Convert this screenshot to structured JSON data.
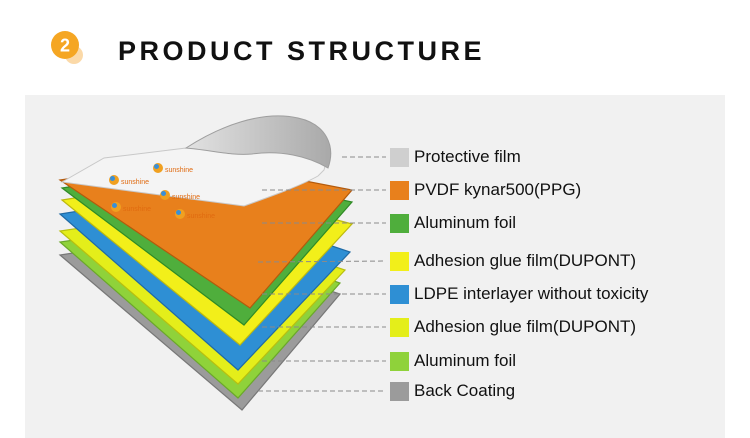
{
  "header": {
    "step_number": "2",
    "title": "PRODUCT STRUCTURE",
    "badge_color": "#f5a623"
  },
  "sample_brand_text": "sunshine",
  "layers": [
    {
      "label": "Protective film",
      "color": "#cfcfcf"
    },
    {
      "label": "PVDF kynar500(PPG)",
      "color": "#e8801c"
    },
    {
      "label": "Aluminum foil",
      "color": "#4fae3c"
    },
    {
      "label": "Adhesion glue film(DUPONT)",
      "color": "#f2ef1a"
    },
    {
      "label": "LDPE interlayer without toxicity",
      "color": "#2e8fd4"
    },
    {
      "label": "Adhesion glue film(DUPONT)",
      "color": "#e4ee1a"
    },
    {
      "label": "Aluminum foil",
      "color": "#8fd23a"
    },
    {
      "label": "Back Coating",
      "color": "#9b9b9b"
    }
  ]
}
